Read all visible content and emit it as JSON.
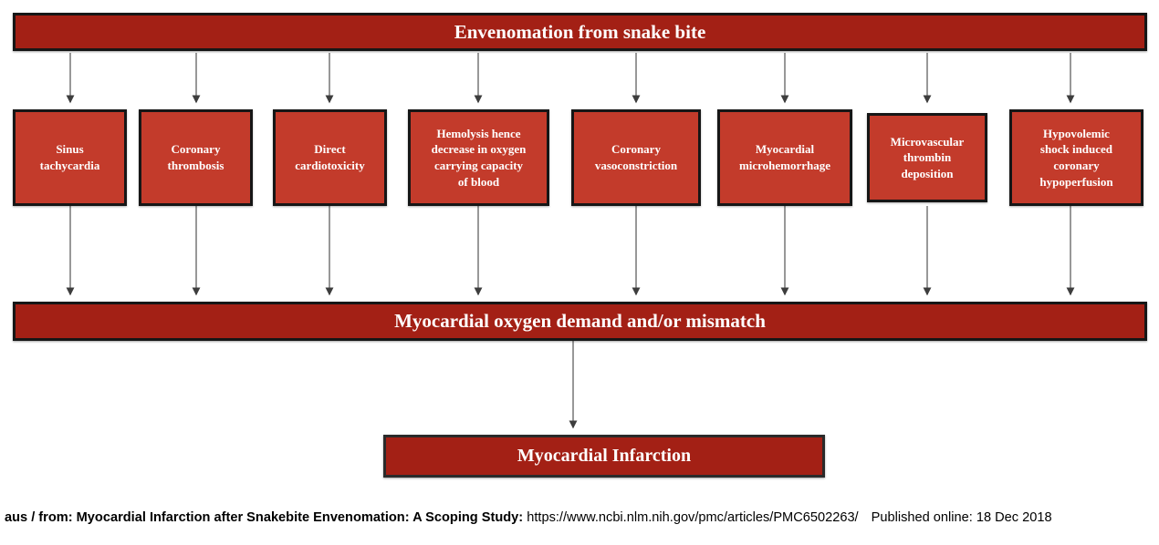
{
  "diagram": {
    "top_banner": "Envenomation from snake bite",
    "middle_banner": "Myocardial oxygen demand and/or mismatch",
    "bottom_box": "Myocardial Infarction",
    "cause_boxes": [
      "Sinus\ntachycardia",
      "Coronary\nthrombosis",
      "Direct\ncardiotoxicity",
      "Hemolysis hence\ndecrease in oxygen\ncarrying capacity\nof blood",
      "Coronary\nvasoconstriction",
      "Myocardial\nmicrohemorrhage",
      "Microvascular\nthrombin\ndeposition",
      "Hypovolemic\nshock induced\ncoronary\nhypoperfusion"
    ],
    "colors": {
      "banner_fill": "#a32015",
      "cause_box_fill": "#c33b2b",
      "border": "#161616",
      "arrow_line": "#7f7f7f",
      "arrow_head": "#3d3d3d",
      "text": "#ffffff"
    }
  },
  "footer": {
    "source_bold": "aus / from: Myocardial Infarction after Snakebite Envenomation: A Scoping Study:",
    "url": "https://www.ncbi.nlm.nih.gov/pmc/articles/PMC6502263/",
    "published": "Published online: 18 Dec 2018"
  }
}
